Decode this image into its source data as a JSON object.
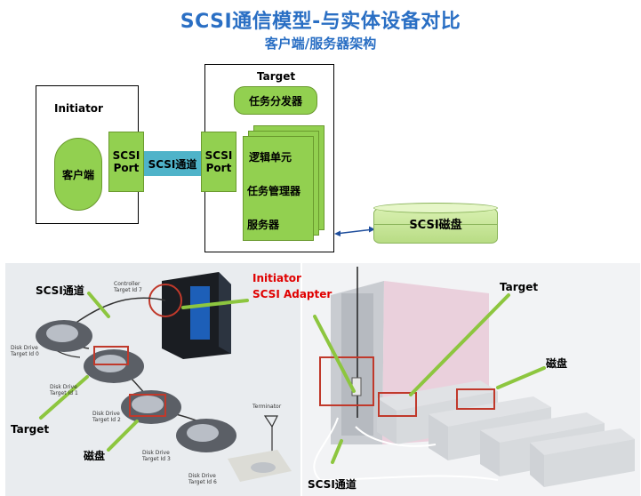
{
  "title": "SCSI通信模型-与实体设备对比",
  "subtitle": "客户端/服务器架构",
  "diagram": {
    "initiator_label": "Initiator",
    "client_label": "客户端",
    "port_left": "SCSI\nPort",
    "channel_label": "SCSI通道",
    "target_label": "Target",
    "port_right": "SCSI\nPort",
    "dispatcher_label": "任务分发器",
    "logic_unit": "逻辑单元",
    "task_manager": "任务管理器",
    "server": "服务器",
    "disk_label": "SCSI磁盘"
  },
  "photo": {
    "scsi_channel_top": "SCSI通道",
    "initiator_adapter_line1": "Initiator",
    "initiator_adapter_line2": "SCSI Adapter",
    "target_left": "Target",
    "disk_left": "磁盘",
    "target_right": "Target",
    "disk_right": "磁盘",
    "scsi_channel_bottom": "SCSI通道",
    "small_labels": {
      "controller": "Controller\nTarget Id 7",
      "drive0": "Disk Drive\nTarget Id 0",
      "drive1": "Disk Drive\nTarget Id 1",
      "drive2": "Disk Drive\nTarget Id 2",
      "drive3": "Disk Drive\nTarget Id 3",
      "terminator": "Terminator",
      "drive6": "Disk Drive\nTarget Id 6"
    }
  }
}
